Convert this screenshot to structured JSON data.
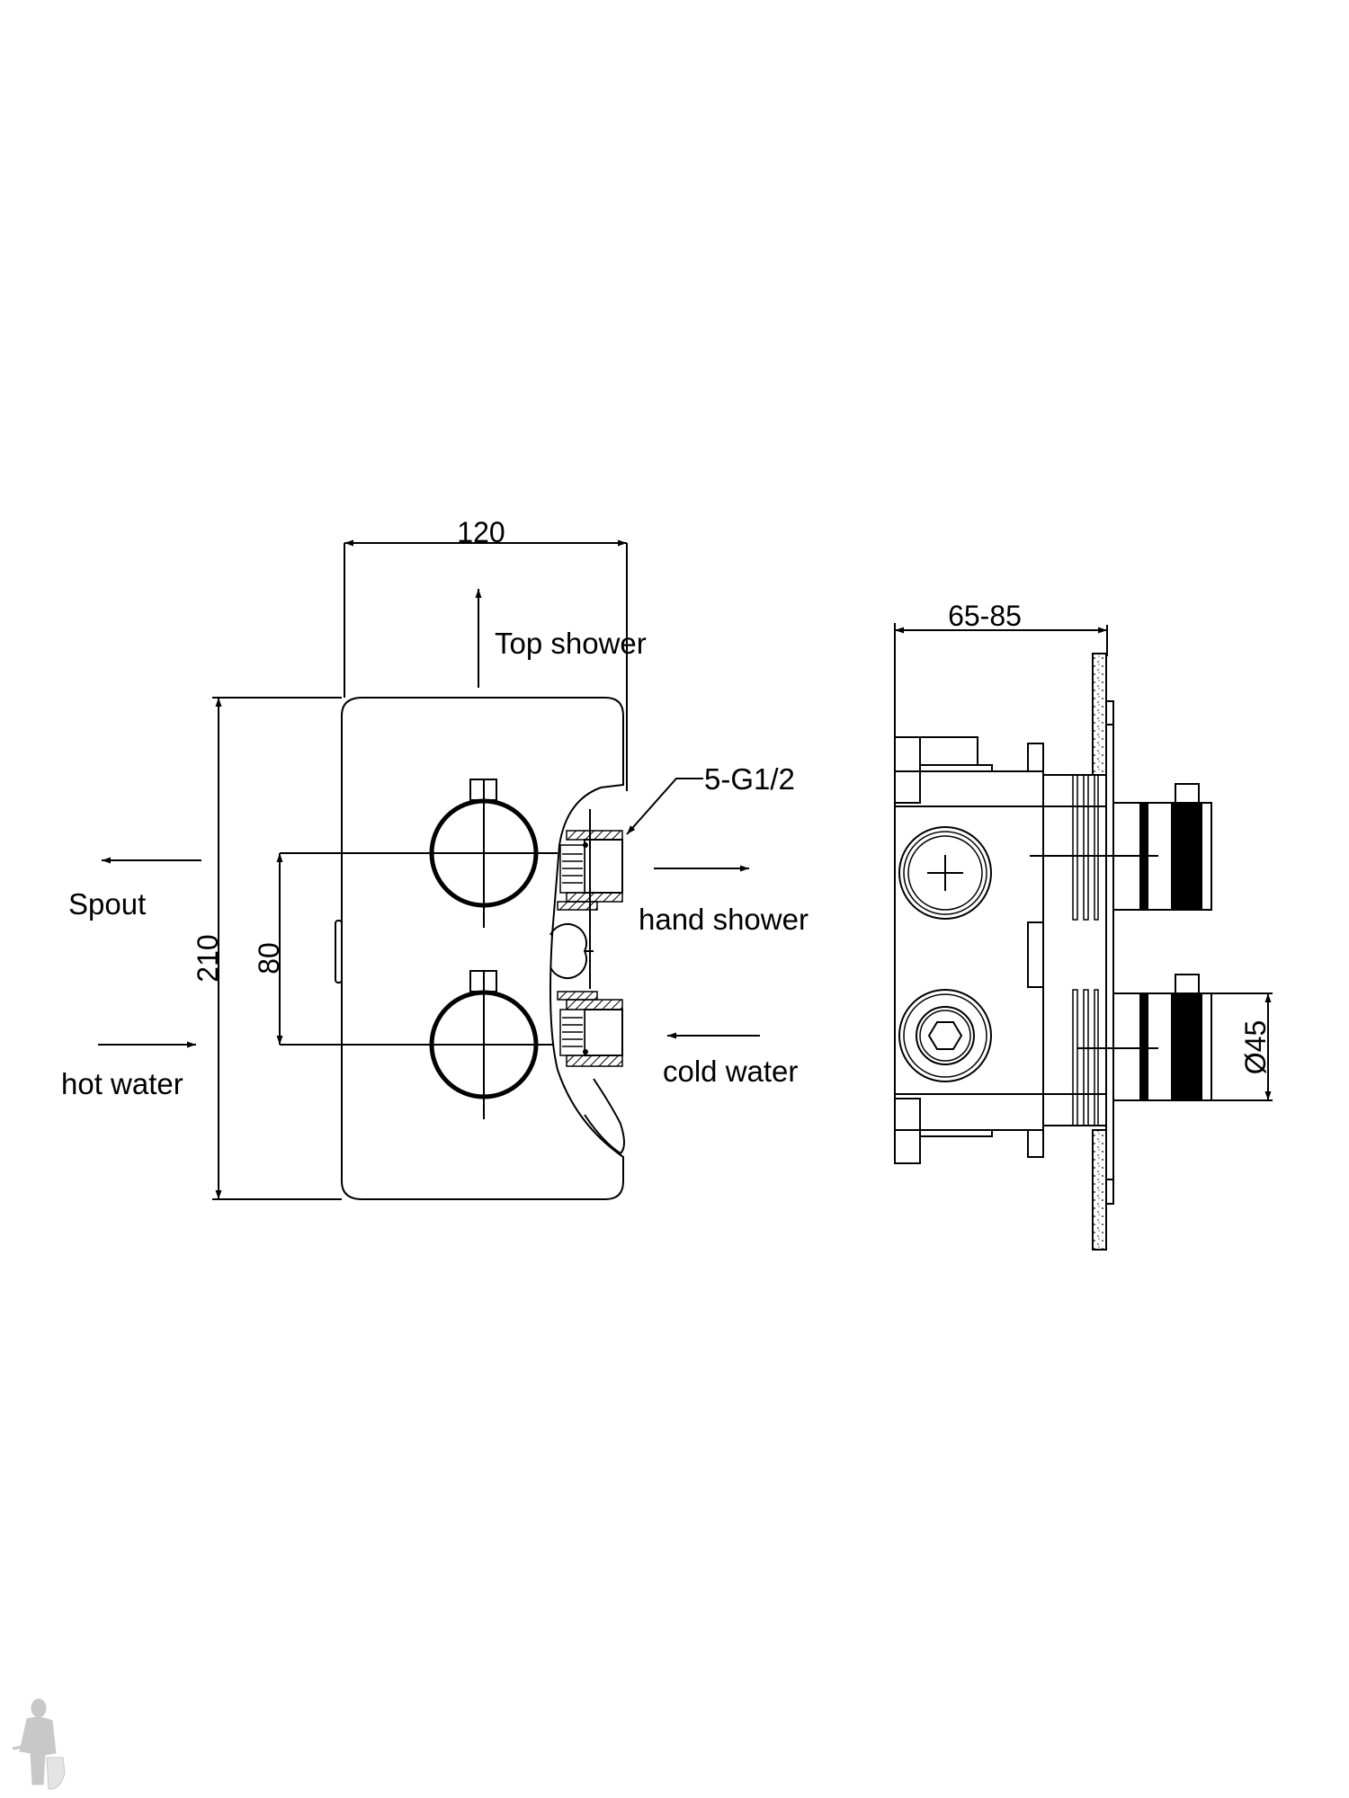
{
  "front_view": {
    "width_dim": "120",
    "height_dim": "210",
    "spacing_dim": "80",
    "labels": {
      "top_shower": "Top shower",
      "spout": "Spout",
      "hot_water": "hot water",
      "hand_shower": "hand shower",
      "cold_water": "cold water",
      "connections": "5-G1/2"
    }
  },
  "side_view": {
    "depth_dim": "65-85",
    "knob_diameter_dim": "Ø45"
  },
  "colors": {
    "line": "#000000",
    "logo": "#c8c8c8"
  }
}
